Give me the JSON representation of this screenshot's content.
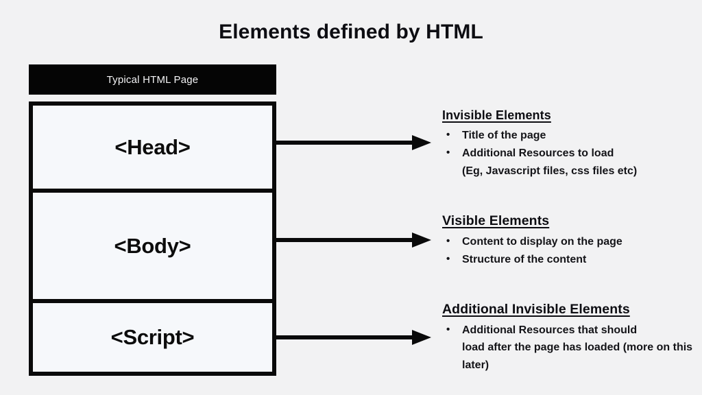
{
  "slide": {
    "title": "Elements defined by HTML",
    "background_color": "#f2f2f3"
  },
  "diagram": {
    "header_bar": {
      "label": "Typical HTML Page",
      "background_color": "#050505",
      "text_color": "#ffffff"
    },
    "boxes": [
      {
        "label": "<Head>"
      },
      {
        "label": "<Body>"
      },
      {
        "label": "<Script>"
      }
    ],
    "connectors": [
      {
        "name": "head-arrow",
        "from": "<Head>",
        "to": "Invisible Elements"
      },
      {
        "name": "body-arrow",
        "from": "<Body>",
        "to": "Visible Elements"
      },
      {
        "name": "script-arrow",
        "from": "<Script>",
        "to": "Additional Invisible Elements"
      }
    ]
  },
  "groups": [
    {
      "heading": "Invisible Elements",
      "items": [
        {
          "text": "Title of the page",
          "sub": ""
        },
        {
          "text": "Additional Resources to load",
          "sub": "(Eg, Javascript files, css files etc)"
        }
      ]
    },
    {
      "heading": "Visible Elements",
      "items": [
        {
          "text": "Content to display on the page",
          "sub": ""
        },
        {
          "text": "Structure of the content",
          "sub": ""
        }
      ]
    },
    {
      "heading": "Additional Invisible Elements",
      "items": [
        {
          "text": "Additional Resources that should",
          "sub": "load after the page has loaded (more on this later)"
        }
      ]
    }
  ],
  "bullet_glyph": "•"
}
